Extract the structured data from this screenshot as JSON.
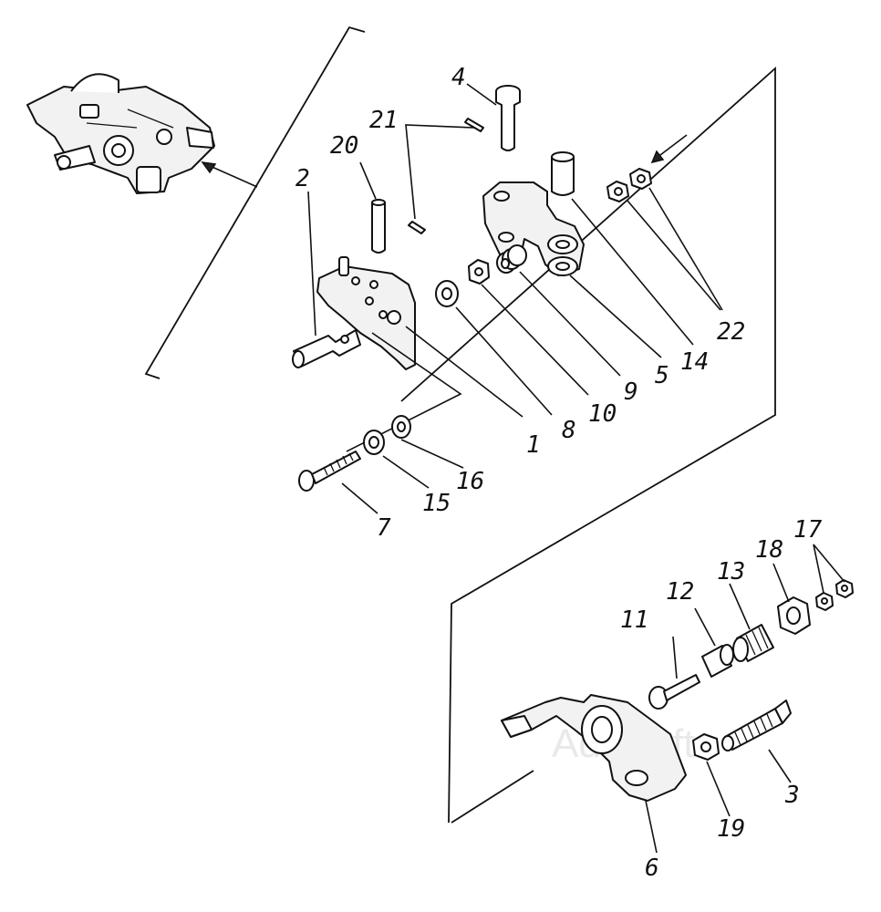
{
  "diagram": {
    "watermark": "AdaSoft",
    "callouts": [
      "1",
      "2",
      "3",
      "4",
      "5",
      "6",
      "7",
      "8",
      "9",
      "10",
      "11",
      "12",
      "13",
      "14",
      "15",
      "16",
      "17",
      "18",
      "19",
      "20",
      "21",
      "22"
    ]
  }
}
